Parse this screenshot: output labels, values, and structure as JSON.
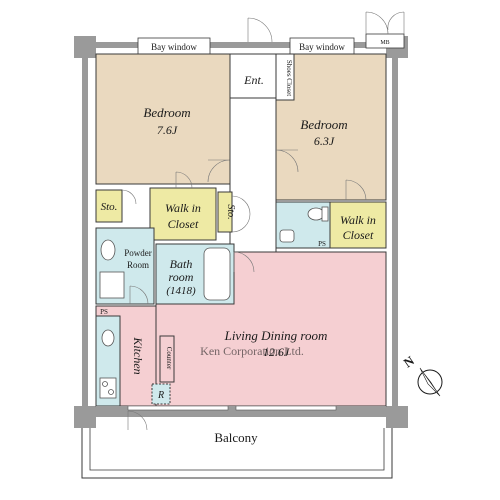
{
  "labels": {
    "bay_window_left": "Bay window",
    "bay_window_right": "Bay window",
    "mb": "MB",
    "entrance": "Ent.",
    "shoes_closet": "Shoes Closet",
    "bedroom_left_name": "Bedroom",
    "bedroom_left_size": "7.6J",
    "bedroom_right_name": "Bedroom",
    "bedroom_right_size": "6.3J",
    "storage_left": "Sto.",
    "walkin_left_1": "Walk in",
    "walkin_left_2": "Closet",
    "storage_mid": "Sto.",
    "walkin_right_1": "Walk in",
    "walkin_right_2": "Closet",
    "ps_right": "PS",
    "powder_room_1": "Powder",
    "powder_room_2": "Room",
    "bathroom_1": "Bath",
    "bathroom_2": "room",
    "bathroom_3": "(1418)",
    "ps_left": "PS",
    "kitchen": "Kitchen",
    "counter": "Counter",
    "refrigerator": "R",
    "living_dining_name": "Living Dining room",
    "living_dining_size": "12.6J",
    "balcony": "Balcony",
    "north": "N",
    "watermark": "Ken Corporation Ltd."
  },
  "colors": {
    "bedroom": "#ead9bf",
    "walkin": "#eeeaa4",
    "wet_area": "#cfe9ec",
    "living": "#f5cfd2",
    "hall": "#ffffff",
    "wall": "#9a9a9a"
  }
}
